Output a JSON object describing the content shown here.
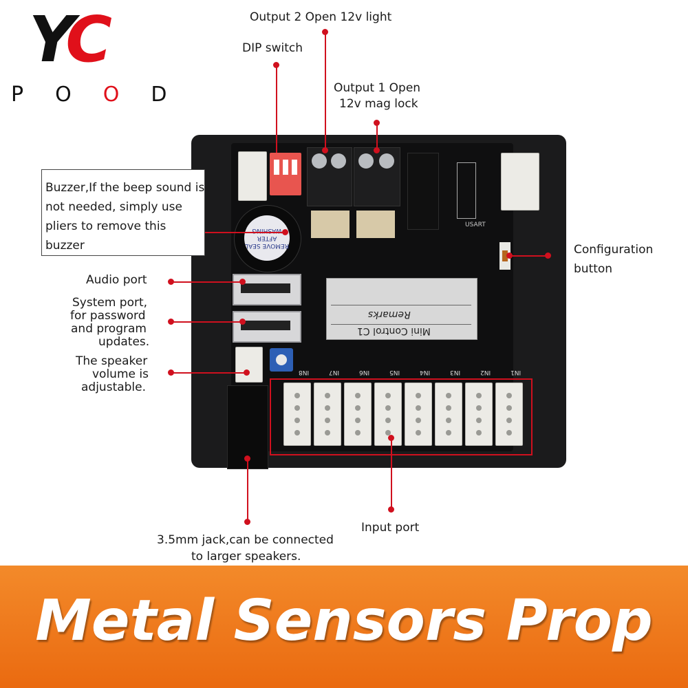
{
  "logo": {
    "brand_mark": "YC",
    "brand_word": "POOD",
    "colors": {
      "y": "#111111",
      "c": "#e0101a",
      "o_red": "#e0101a"
    }
  },
  "callouts": {
    "output2": "Output 2 Open 12v light",
    "dip_switch": "DIP switch",
    "output1_line1": "Output 1 Open",
    "output1_line2": "12v mag lock",
    "buzzer": "Buzzer,If the beep sound is not needed, simply use pliers to remove this buzzer",
    "config_line1": "Configuration",
    "config_line2": "button",
    "audio_port": "Audio port",
    "system_port_line1": "System port,",
    "system_port_line2": "for password",
    "system_port_line3": "and program",
    "system_port_line4": "updates.",
    "speaker_line1": "The speaker",
    "speaker_line2": "volume is",
    "speaker_line3": "adjustable.",
    "input_port": "Input port",
    "jack_line1": "3.5mm jack,can be connected",
    "jack_line2": "to larger speakers."
  },
  "board": {
    "remarks": "Remarks",
    "model": "Mini Control C1",
    "input_labels": [
      "IN8",
      "IN7",
      "IN6",
      "IN5",
      "IN4",
      "IN3",
      "IN2",
      "IN1"
    ],
    "buzzer_sticker": "REMOVE SEAL AFTER WASHING",
    "usart": "USART",
    "accent": "#d0101e"
  },
  "banner": {
    "title": "Metal Sensors Prop",
    "color": "#ef7a1c"
  }
}
